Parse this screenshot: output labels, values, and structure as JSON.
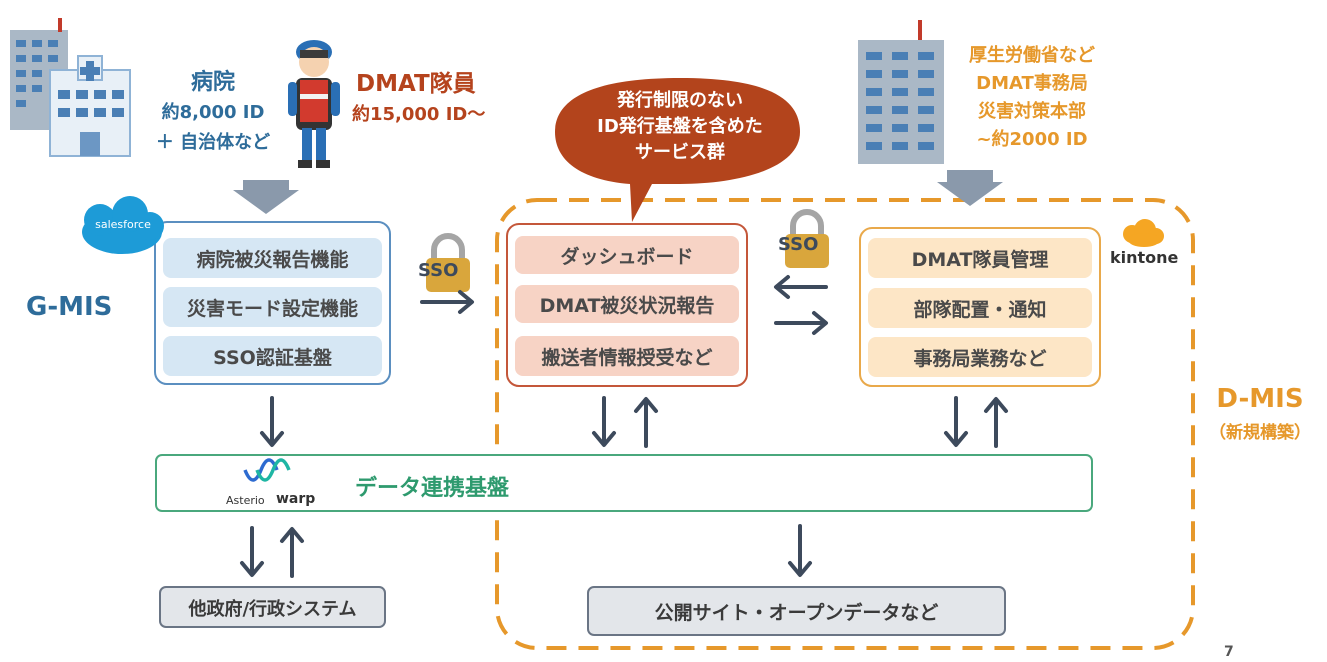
{
  "top_left": {
    "hospital_label": "病院",
    "hospital_count": "約8,000 ID",
    "hospital_extra": "＋ 自治体など",
    "dmat_label": "DMAT隊員",
    "dmat_count": "約15,000 ID〜"
  },
  "top_right": {
    "line1": "厚生労働省など",
    "line2": "DMAT事務局",
    "line3": "災害対策本部",
    "line4": "~約2000 ID"
  },
  "bubble": {
    "line1": "発行制限のない",
    "line2": "ID発行基盤を含めた",
    "line3": "サービス群"
  },
  "gmis": {
    "label": "G-MIS",
    "brand": "salesforce",
    "items": [
      "病院被災報告機能",
      "災害モード設定機能",
      "SSO認証基盤"
    ]
  },
  "dmis_center": {
    "items": [
      "ダッシュボード",
      "DMAT被災状況報告",
      "搬送者情報授受など"
    ]
  },
  "dmis_right": {
    "brand": "kintone",
    "items": [
      "DMAT隊員管理",
      "部隊配置・通知",
      "事務局業務など"
    ]
  },
  "dmis": {
    "label": "D-MIS",
    "sublabel": "（新規構築）"
  },
  "sso": {
    "label": "SSO"
  },
  "data_platform": {
    "label": "データ連携基盤",
    "brand_left": "Asterio",
    "brand_right": "warp"
  },
  "other_gov": {
    "label": "他政府/行政システム"
  },
  "public_site": {
    "label": "公開サイト・オープンデータなど"
  },
  "page_number": "7",
  "colors": {
    "blue": "#2e6c9a",
    "red": "#b5431d",
    "orange": "#e6982b",
    "green": "#2e9a6e",
    "arrow": "#3d4a5c"
  }
}
